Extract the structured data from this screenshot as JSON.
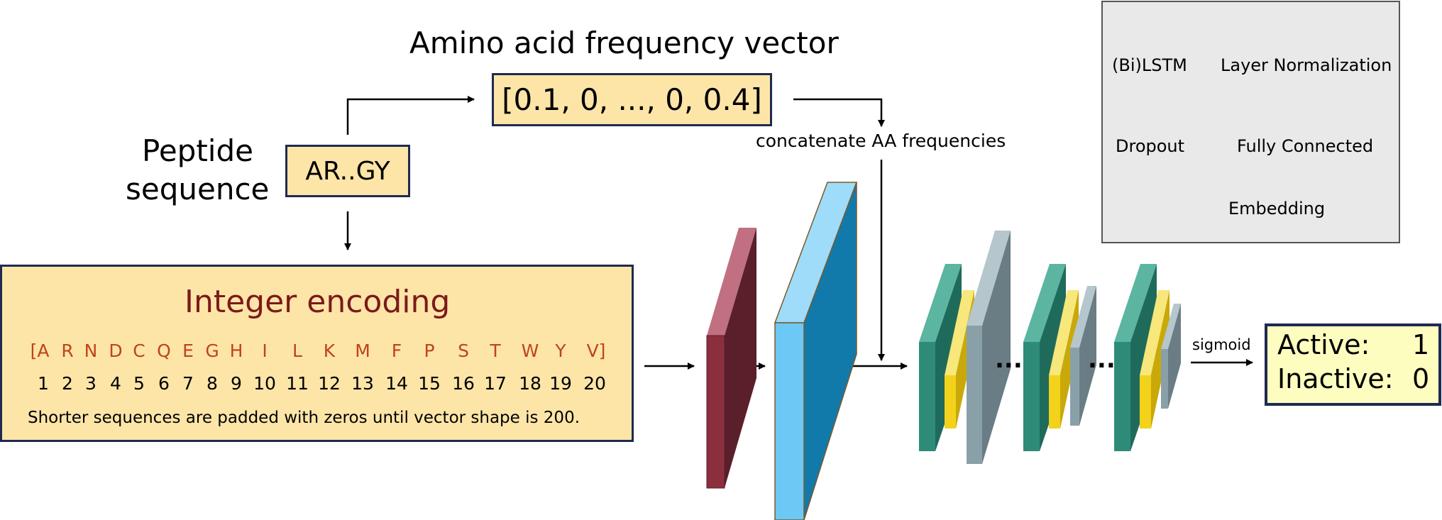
{
  "freq_vector": {
    "title": "Amino acid frequency vector",
    "value": "[0.1, 0, ..., 0, 0.4]"
  },
  "peptide": {
    "label_line1": "Peptide",
    "label_line2": "sequence",
    "value": "AR..GY"
  },
  "concatenate_label": "concatenate AA frequencies",
  "integer_encoding": {
    "title": "Integer encoding",
    "letters": [
      "[A",
      "R",
      "N",
      "D",
      "C",
      "Q",
      "E",
      "G",
      "H",
      "I",
      "L",
      "K",
      "M",
      "F",
      "P",
      "S",
      "T",
      "W",
      "Y",
      "V]"
    ],
    "numbers": [
      "1",
      "2",
      "3",
      "4",
      "5",
      "6",
      "7",
      "8",
      "9",
      "10",
      "11",
      "12",
      "13",
      "14",
      "15",
      "16",
      "17",
      "18",
      "19",
      "20"
    ],
    "note": "Shorter sequences are padded with zeros until vector shape is 200."
  },
  "ellipsis": "...",
  "sigmoid_label": "sigmoid",
  "output": {
    "active_label": "Active:",
    "active_value": "1",
    "inactive_label": "Inactive:",
    "inactive_value": "0"
  },
  "legend": {
    "bilstm": "(Bi)LSTM",
    "layer_norm": "Layer Normalization",
    "dropout": "Dropout",
    "fully_connected": "Fully Connected",
    "embedding": "Embedding"
  },
  "colors": {
    "box_fill": "#fde5a8",
    "box_border": "#1f2a52",
    "encoding_title": "#7b1a1a",
    "encoding_letters": "#c0431b",
    "output_fill": "#fdfdc0",
    "embedding": "#8b2f3f",
    "bilstm": "#6cc8f5",
    "layer_norm": "#2e8b78",
    "dropout": "#f2d21b",
    "fully_connected": "#8aa0a8",
    "legend_bg": "#e9e9e9"
  }
}
